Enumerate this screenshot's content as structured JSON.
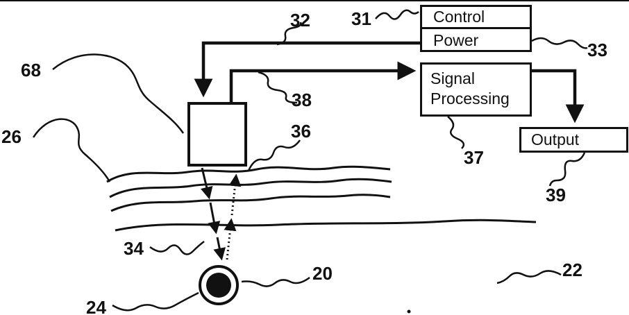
{
  "boxes": {
    "control": "Control",
    "power": "Power",
    "signal_line1": "Signal",
    "signal_line2": "Processing",
    "output": "Output"
  },
  "ref_labels": {
    "n20": "20",
    "n22": "22",
    "n24": "24",
    "n26": "26",
    "n31": "31",
    "n32": "32",
    "n33": "33",
    "n34": "34",
    "n36": "36",
    "n37": "37",
    "n38": "38",
    "n39": "39",
    "n68": "68"
  },
  "colors": {
    "ink": "#111111",
    "background": "#ffffff"
  }
}
